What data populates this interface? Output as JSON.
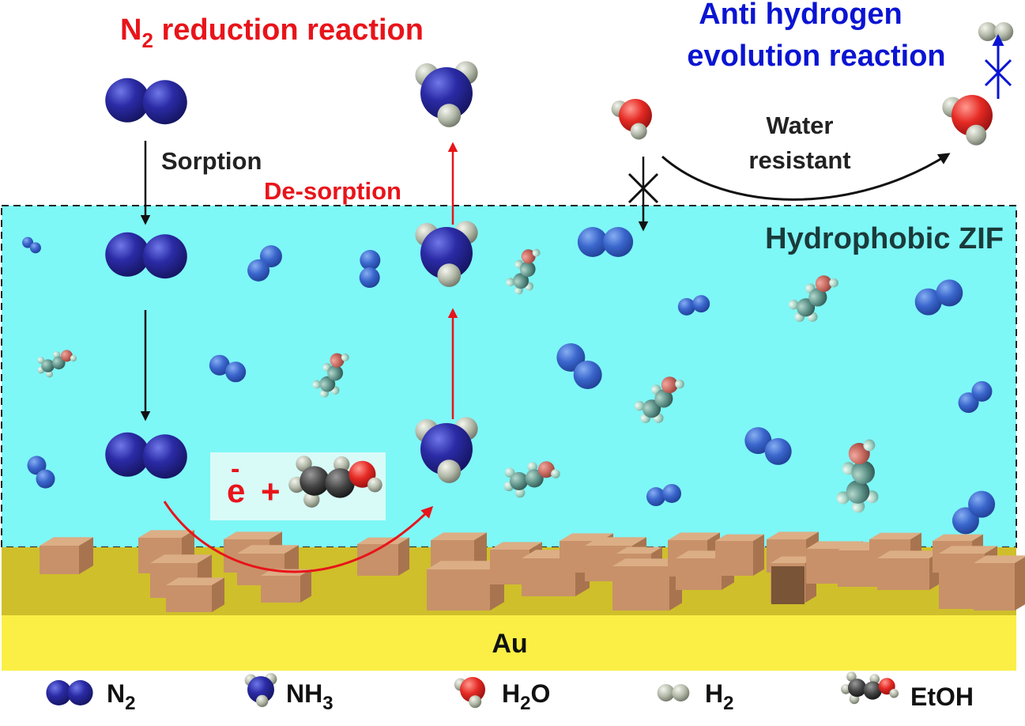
{
  "title_left": {
    "prefix": "N",
    "sub": "2",
    "rest": " reduction reaction",
    "color": "#e8141a"
  },
  "title_right": {
    "line1": "Anti hydrogen",
    "line2": "evolution reaction",
    "color": "#0a14d2"
  },
  "labels": {
    "sorption": "Sorption",
    "desorption": "De-sorption",
    "water_line1": "Water",
    "water_line2": "resistant",
    "zif": "Hydrophobic ZIF",
    "au": "Au",
    "electron_e": "e",
    "electron_sup": "-",
    "electron_plus": "+"
  },
  "legend": {
    "n2": {
      "main": "N",
      "sub": "2",
      "tail": ""
    },
    "nh3": {
      "main": "NH",
      "sub": "3",
      "tail": ""
    },
    "h2o": {
      "main": "H",
      "sub": "2",
      "tail": "O"
    },
    "h2": {
      "main": "H",
      "sub": "2",
      "tail": ""
    },
    "etoh": {
      "main": "EtOH",
      "sub": "",
      "tail": ""
    }
  },
  "colors": {
    "zif_fill": "#7ef7f7",
    "au_fill": "#fbef45",
    "ground_fill": "#cfbf2a",
    "block_front": "#c8916a",
    "block_top": "#d9a880",
    "block_side": "#a8744f",
    "n2_dark": "#23238f",
    "n2_light": "#3a62c8",
    "h_atom": "#b9bfb0",
    "o_atom": "#e53030",
    "c_atom": "#5a8a80",
    "arrow_black": "#111111",
    "arrow_red": "#e8141a",
    "arrow_blue": "#0a14d2"
  },
  "icons": [
    "n2-molecule-icon",
    "nh3-molecule-icon",
    "h2o-molecule-icon",
    "h2-molecule-icon",
    "etoh-molecule-icon",
    "block-icon"
  ]
}
